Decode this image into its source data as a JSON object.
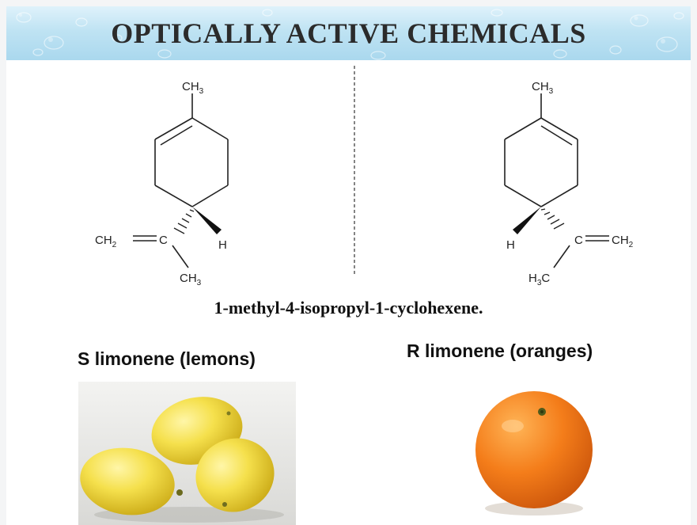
{
  "title": "OPTICALLY ACTIVE CHEMICALS",
  "compound_name": "1-methyl-4-isopropyl-1-cyclohexene.",
  "s_isomer": {
    "caption": "S limonene (lemons)",
    "labels": {
      "top_methyl": "CH",
      "top_methyl_sub": "3",
      "vinyl": "CH",
      "vinyl_sub": "2",
      "carbon": "C",
      "hydrogen": "H",
      "methyl": "CH",
      "methyl_sub": "3"
    }
  },
  "r_isomer": {
    "caption": "R limonene (oranges)",
    "labels": {
      "top_methyl": "CH",
      "top_methyl_sub": "3",
      "vinyl": "CH",
      "vinyl_sub": "2",
      "carbon": "C",
      "hydrogen": "H",
      "methyl_h": "H",
      "methyl_sub": "3",
      "methyl_c": "C"
    }
  },
  "colors": {
    "banner": "#bfe3f3",
    "lemon": "#f2de4c",
    "orange": "#f07a18"
  }
}
